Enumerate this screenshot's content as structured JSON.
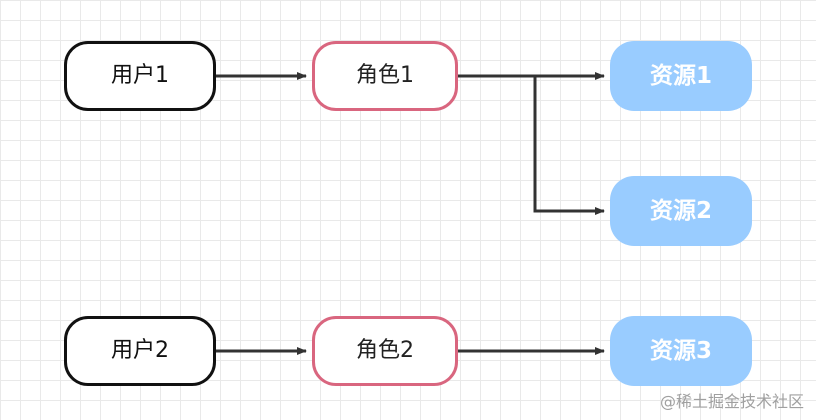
{
  "rows": [
    {
      "user": "用户1",
      "role": "角色1",
      "resources": [
        "资源1",
        "资源2"
      ]
    },
    {
      "user": "用户2",
      "role": "角色2",
      "resources": [
        "资源3"
      ]
    }
  ],
  "colors": {
    "user_border": "#111111",
    "role_border": "#d9667f",
    "resource_fill": "#99ccff",
    "arrow": "#333333"
  },
  "watermark": "@稀土掘金技术社区"
}
